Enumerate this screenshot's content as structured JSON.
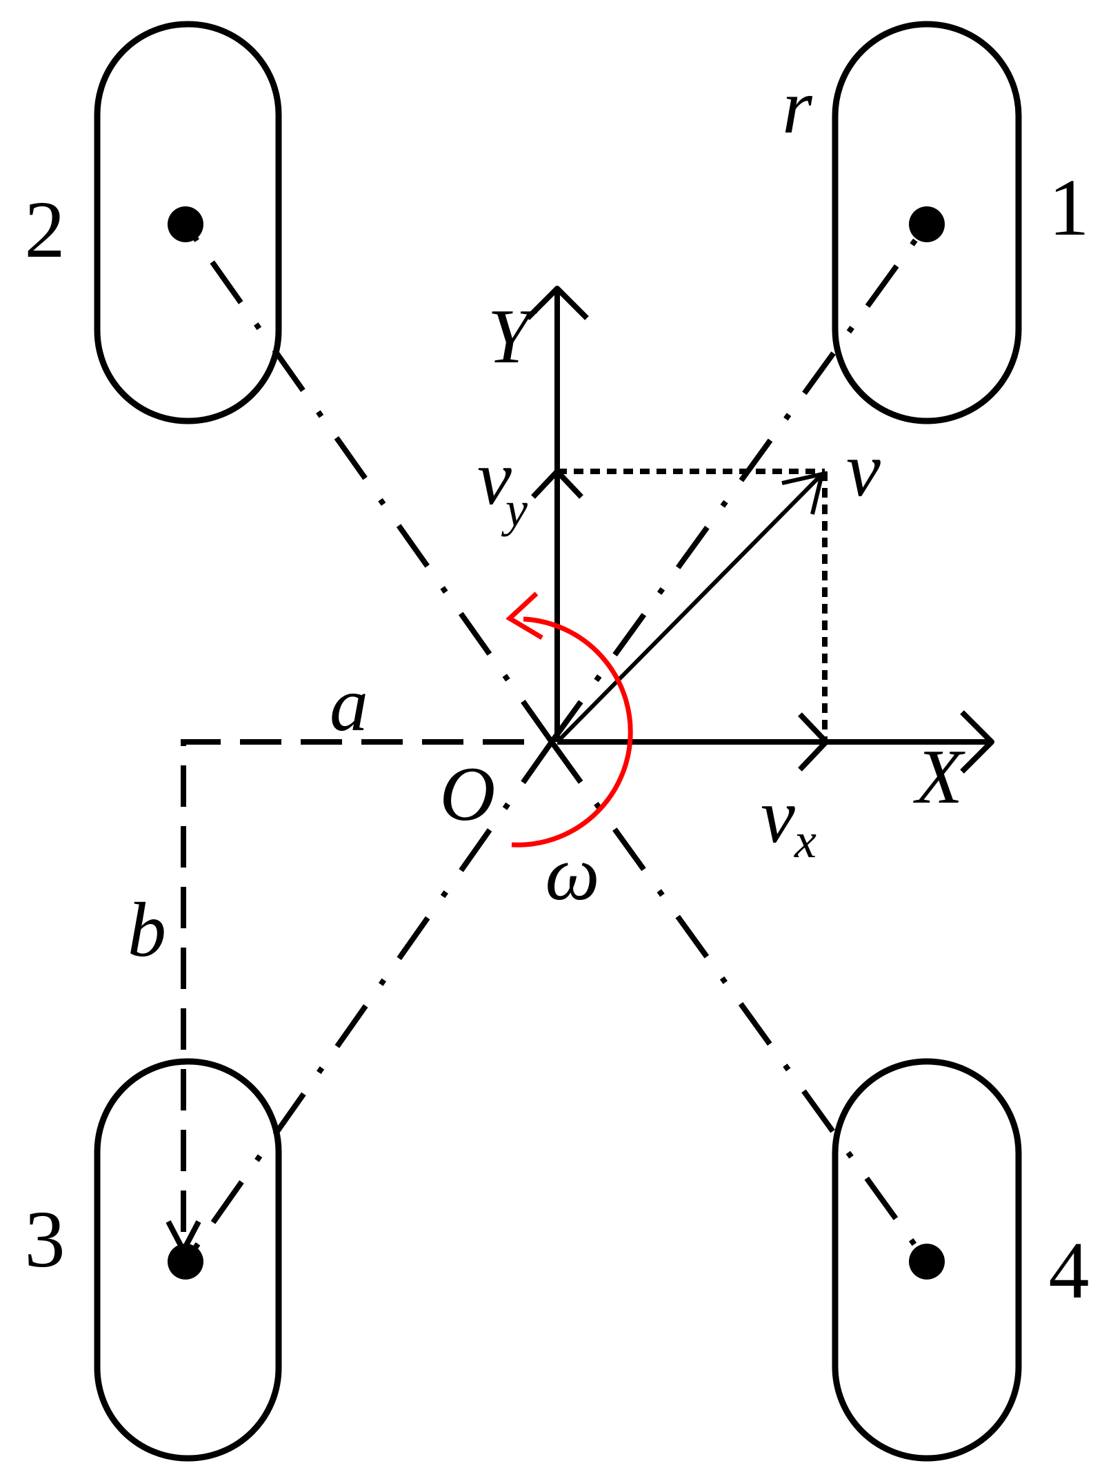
{
  "wheels": [
    {
      "id": "1",
      "label": "1"
    },
    {
      "id": "2",
      "label": "2"
    },
    {
      "id": "3",
      "label": "3"
    },
    {
      "id": "4",
      "label": "4"
    }
  ],
  "labels": {
    "radius": "r",
    "axis_x": "X",
    "axis_y": "Y",
    "origin": "O",
    "velocity": "v",
    "vx_base": "v",
    "vx_sub": "x",
    "vy_base": "v",
    "vy_sub": "y",
    "omega": "ω",
    "half_width": "a",
    "half_length": "b"
  },
  "colors": {
    "rotation_arrow": "#ff0000",
    "lines": "#000000"
  }
}
